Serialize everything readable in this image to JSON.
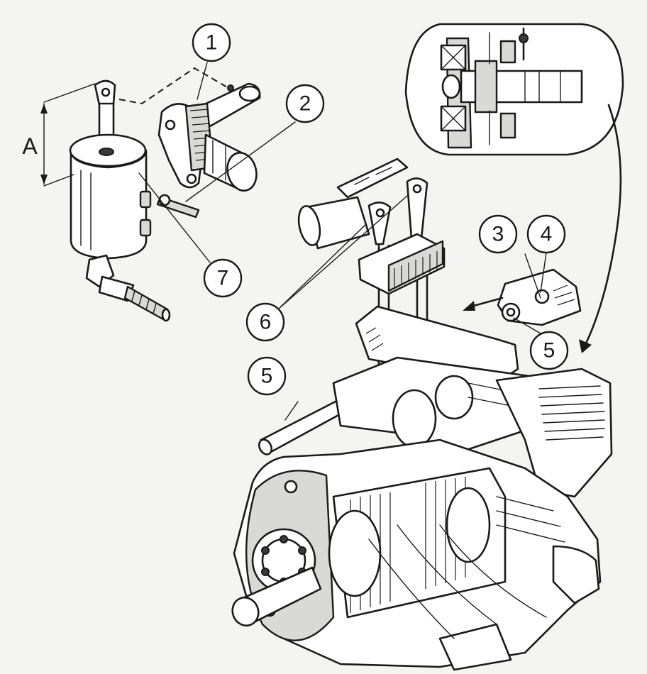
{
  "callouts": [
    {
      "id": "c1",
      "label": "1"
    },
    {
      "id": "c2",
      "label": "2"
    },
    {
      "id": "c3",
      "label": "3"
    },
    {
      "id": "c4",
      "label": "4"
    },
    {
      "id": "c5a",
      "label": "5"
    },
    {
      "id": "c5b",
      "label": "5"
    },
    {
      "id": "c6",
      "label": "6"
    },
    {
      "id": "c7",
      "label": "7"
    }
  ],
  "dimension": {
    "label": "A"
  },
  "colors": {
    "ink": "#1a1a1a",
    "paper": "#f4f4f2",
    "shade": "#d9d9d6"
  }
}
